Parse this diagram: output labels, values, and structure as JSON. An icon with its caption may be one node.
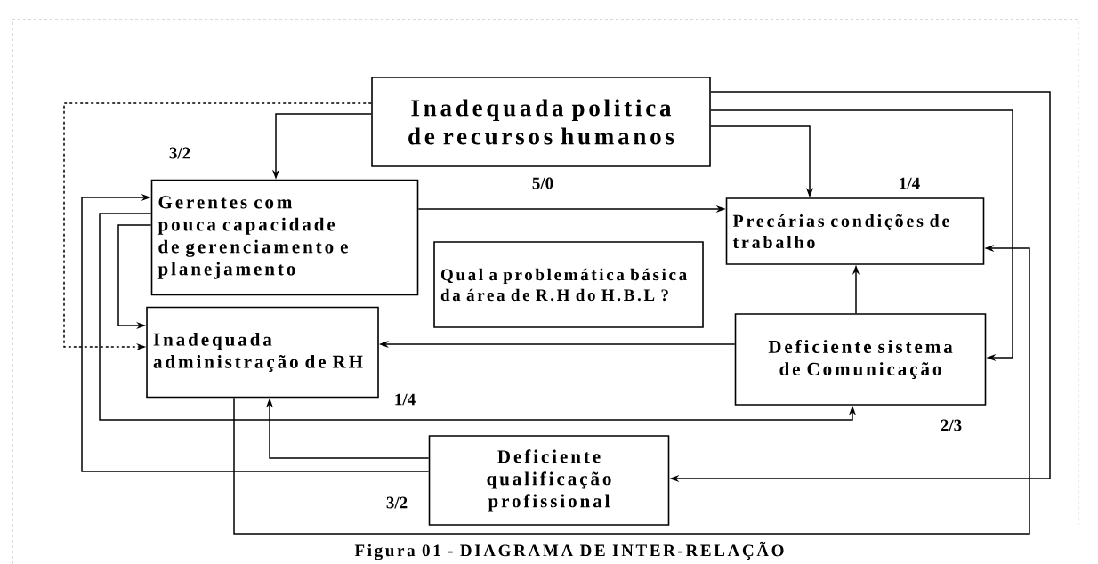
{
  "diagram": {
    "caption": "Figura 01 - DIAGRAMA DE INTER-RELAÇÃO",
    "nodes": [
      {
        "text": [
          "Inadequada politica de recursos humanos"
        ],
        "beside": [
          "5/0"
        ]
      },
      {
        "text": [
          "Gerentes com pouca capacidade de gerenciamento e planejamento"
        ],
        "beside": [
          "3/2"
        ]
      },
      {
        "text": [
          "Precárias condições de trabalho"
        ],
        "beside": [
          "1/4"
        ]
      },
      {
        "text": [
          "Qual a problemática básica da área de R.H do H.B.L ?"
        ]
      },
      {
        "text": [
          "Inadequada administração de RH"
        ],
        "beside": [
          "1/4"
        ]
      },
      {
        "text": [
          "Deficiente sistema de Comunicação"
        ],
        "beside": [
          "2/3"
        ]
      },
      {
        "text": [
          "Deficiente qualificação profissional"
        ],
        "beside": [
          "3/2"
        ]
      }
    ],
    "edges": [
      {
        "from": 0,
        "to": 1,
        "arrow": "to"
      },
      {
        "from": 0,
        "to": 4,
        "arrow": "to",
        "style": "dashed"
      },
      {
        "from": 0,
        "to": 2,
        "arrow": "to"
      },
      {
        "from": 0,
        "to": 5,
        "arrow": "to"
      },
      {
        "from": 0,
        "to": 6,
        "arrow": "to"
      },
      {
        "from": 1,
        "to": 2,
        "arrow": "to"
      },
      {
        "from": 1,
        "to": 4,
        "arrow": "to"
      },
      {
        "from": 6,
        "to": 1,
        "arrow": "to"
      },
      {
        "from": 1,
        "to": 5,
        "arrow": "to"
      },
      {
        "from": 6,
        "to": 4,
        "arrow": "to"
      },
      {
        "from": 5,
        "to": 4,
        "arrow": "to"
      },
      {
        "from": 5,
        "to": 2,
        "arrow": "to"
      },
      {
        "from": 4,
        "to": 2,
        "arrow": "to"
      }
    ]
  }
}
